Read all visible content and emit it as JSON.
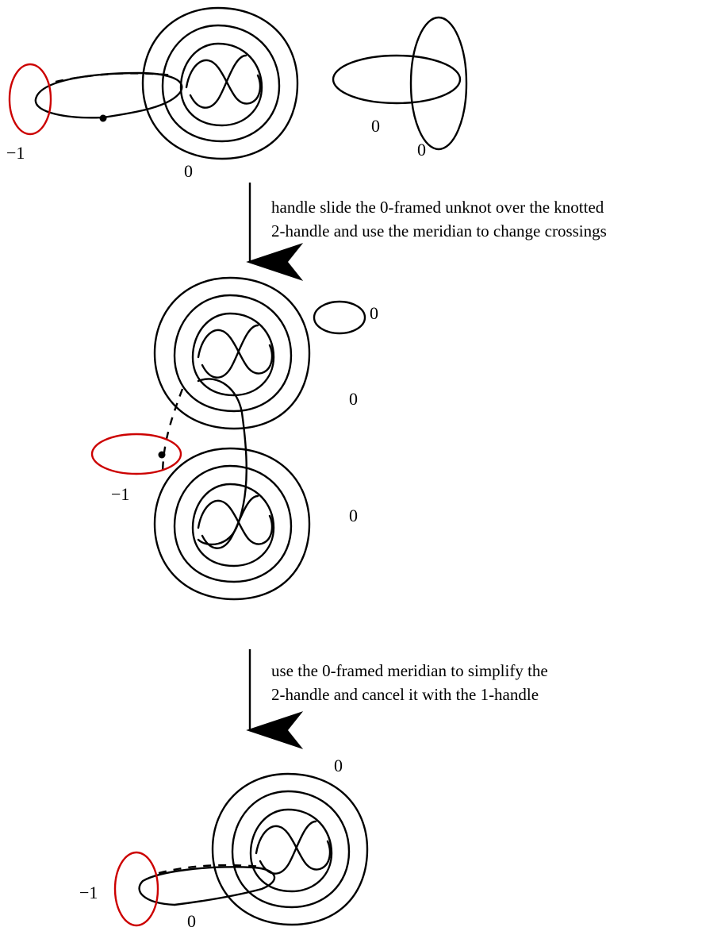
{
  "panels": {
    "top": {
      "labels": {
        "meridian_framing": "−1",
        "knot_framing": "0",
        "unknot_framing": "0",
        "unknot2_framing": "0"
      }
    },
    "middle": {
      "labels": {
        "small_loop_framing": "0",
        "upper_knot_framing": "0",
        "lower_knot_framing": "0",
        "meridian_framing": "−1"
      }
    },
    "bottom": {
      "labels": {
        "knot_framing": "0",
        "meridian_framing": "−1",
        "circle_framing": "0"
      }
    }
  },
  "steps": [
    {
      "line1": "handle slide the 0-framed unknot over the knotted",
      "line2": "2-handle and use the meridian to change crossings"
    },
    {
      "line1": "use the 0-framed meridian to simplify the",
      "line2": "2-handle and cancel it with the 1-handle"
    }
  ],
  "colors": {
    "strands": "#000000",
    "meridian": "#cc0000",
    "background": "#ffffff"
  }
}
